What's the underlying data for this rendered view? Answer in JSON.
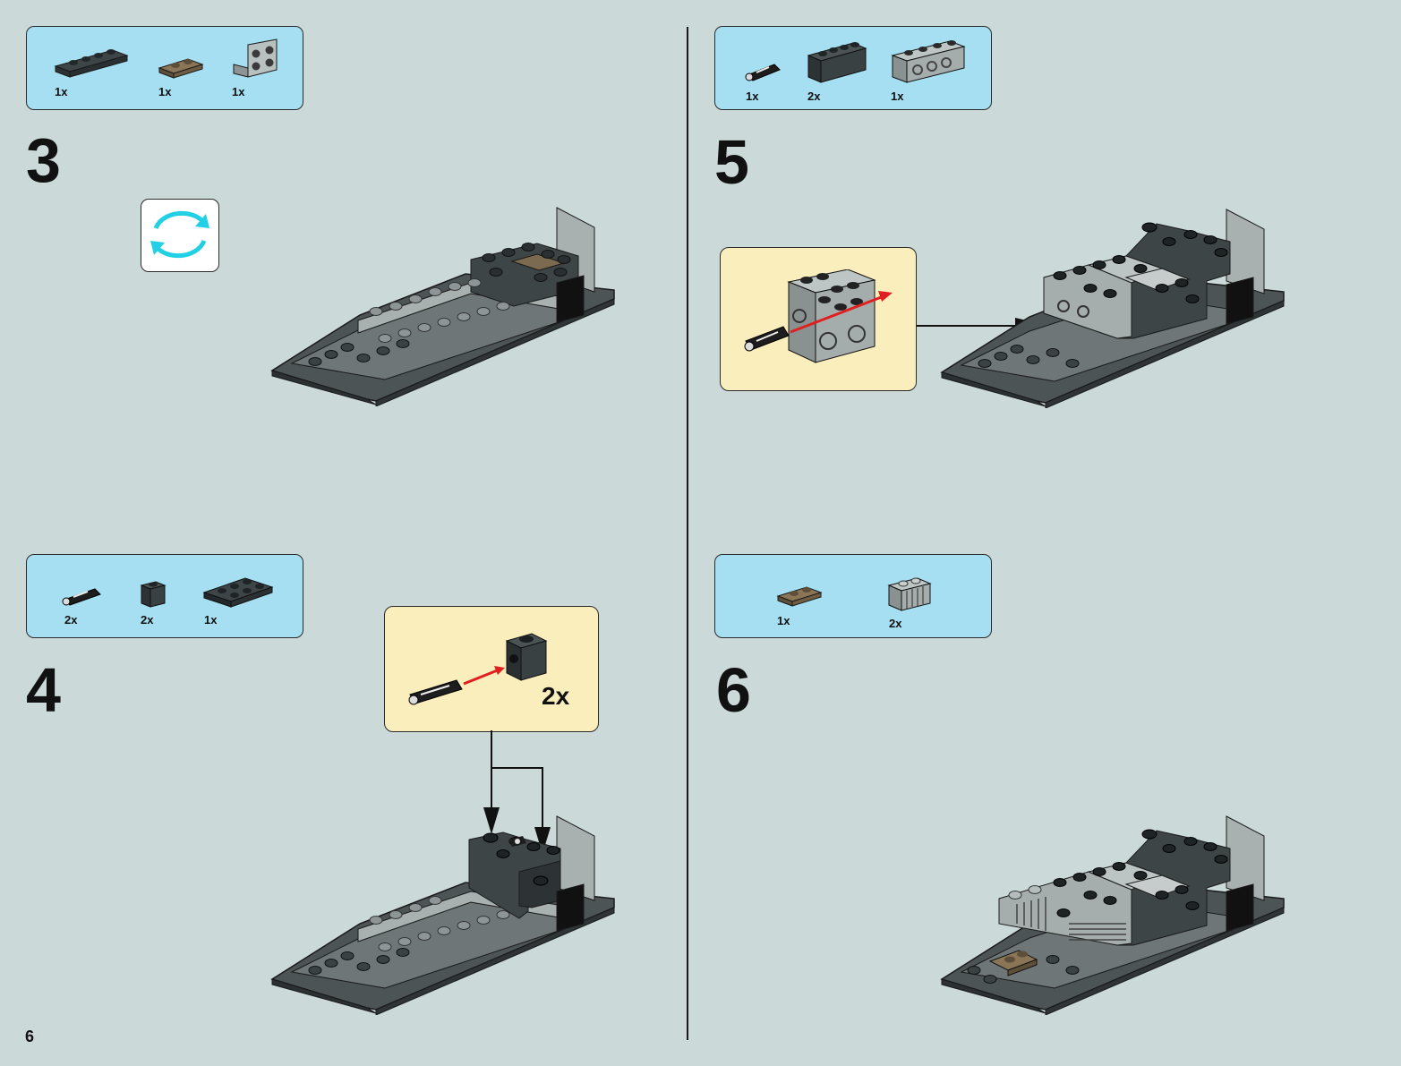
{
  "page_number": "6",
  "colors": {
    "background": "#cbd9d9",
    "parts_panel": "#a6dff1",
    "callout_panel": "#fbeebd",
    "dark_grey": "#3d4547",
    "light_grey": "#a6adad",
    "tan": "#7b6a4f",
    "arrow_red": "#e02020",
    "rotate_cyan": "#22d0e6"
  },
  "steps": [
    {
      "number": "3",
      "parts": [
        {
          "name": "dark-grey-plate-1x4",
          "qty": "1x"
        },
        {
          "name": "tan-plate-1x2",
          "qty": "1x"
        },
        {
          "name": "light-grey-bracket",
          "qty": "1x"
        }
      ],
      "rotate_icon": "rotate-arrows-icon"
    },
    {
      "number": "4",
      "parts": [
        {
          "name": "black-lightsaber-hilt",
          "qty": "2x"
        },
        {
          "name": "dark-grey-brick-1x1",
          "qty": "2x"
        },
        {
          "name": "dark-grey-plate-2x3",
          "qty": "1x"
        }
      ],
      "callout_qty": "2x"
    },
    {
      "number": "5",
      "parts": [
        {
          "name": "black-lightsaber-hilt",
          "qty": "1x"
        },
        {
          "name": "dark-grey-brick-1x4",
          "qty": "2x"
        },
        {
          "name": "light-grey-technic-brick-1x4",
          "qty": "1x"
        }
      ]
    },
    {
      "number": "6",
      "parts": [
        {
          "name": "tan-plate-1x2",
          "qty": "1x"
        },
        {
          "name": "light-grey-grille-brick",
          "qty": "2x"
        }
      ]
    }
  ]
}
